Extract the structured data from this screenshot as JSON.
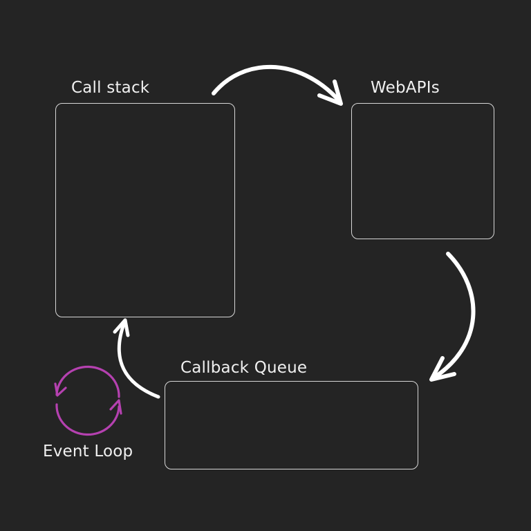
{
  "diagram": {
    "title": "JavaScript Event Loop",
    "nodes": {
      "call_stack": {
        "label": "Call stack"
      },
      "web_apis": {
        "label": "WebAPIs"
      },
      "callback_queue": {
        "label": "Callback Queue"
      },
      "event_loop": {
        "label": "Event Loop",
        "icon": "cycle-arrows-icon"
      }
    },
    "edges": [
      {
        "from": "Call stack",
        "to": "WebAPIs"
      },
      {
        "from": "WebAPIs",
        "to": "Callback Queue"
      },
      {
        "from": "Callback Queue",
        "to": "Call stack"
      }
    ],
    "colors": {
      "background": "#242424",
      "text": "#f0f0f0",
      "box_border": "#d8d8d8",
      "arrow": "#ffffff",
      "event_loop_accent": "#b541b0"
    }
  }
}
